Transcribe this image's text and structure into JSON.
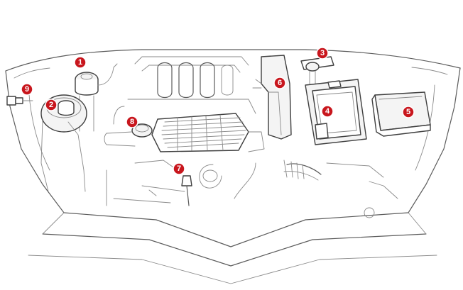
{
  "diagram": {
    "callouts": [
      {
        "id": "callout-1",
        "label": "1"
      },
      {
        "id": "callout-2",
        "label": "2"
      },
      {
        "id": "callout-3",
        "label": "3"
      },
      {
        "id": "callout-4",
        "label": "4"
      },
      {
        "id": "callout-5",
        "label": "5"
      },
      {
        "id": "callout-6",
        "label": "6"
      },
      {
        "id": "callout-7",
        "label": "7"
      },
      {
        "id": "callout-8",
        "label": "8"
      },
      {
        "id": "callout-9",
        "label": "9"
      }
    ],
    "colors": {
      "callout_fill": "#c8161d",
      "line": "#5c5c5c",
      "background": "#ffffff"
    }
  }
}
